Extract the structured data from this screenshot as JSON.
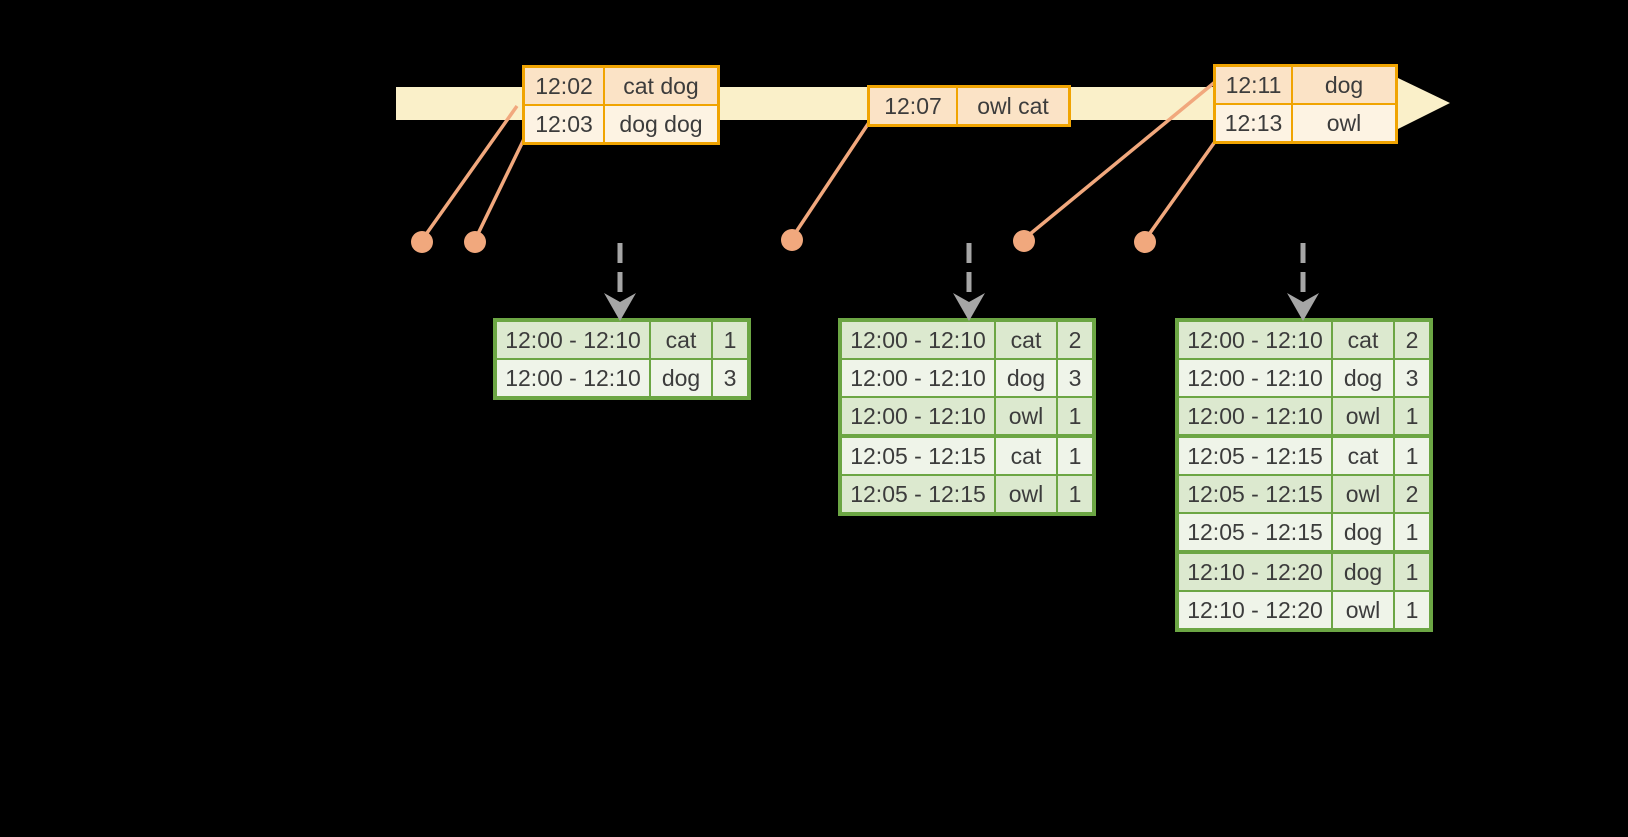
{
  "palette": {
    "background": "#000000",
    "timeline_fill": "#FAF0C9",
    "event_border": "#F0A402",
    "event_row_dark": "#FBE3C6",
    "event_row_light": "#FDF3E3",
    "connector": "#F1A87D",
    "result_border": "#6CA644",
    "result_row_dark": "#DCE9CF",
    "result_row_light": "#EFF4E9",
    "arrow_gray": "#A6A6A6",
    "text": "#3C3C3C"
  },
  "event_tables": [
    {
      "rows": [
        [
          "12:02",
          "cat dog"
        ],
        [
          "12:03",
          "dog dog"
        ]
      ]
    },
    {
      "rows": [
        [
          "12:07",
          "owl cat"
        ]
      ]
    },
    {
      "rows": [
        [
          "12:11",
          "dog"
        ],
        [
          "12:13",
          "owl"
        ]
      ]
    }
  ],
  "result_tables": [
    {
      "rows": [
        [
          "12:00 - 12:10",
          "cat",
          "1"
        ],
        [
          "12:00 - 12:10",
          "dog",
          "3"
        ]
      ]
    },
    {
      "rows": [
        [
          "12:00 - 12:10",
          "cat",
          "2"
        ],
        [
          "12:00 - 12:10",
          "dog",
          "3"
        ],
        [
          "12:00 - 12:10",
          "owl",
          "1"
        ],
        [
          "12:05 - 12:15",
          "cat",
          "1"
        ],
        [
          "12:05 - 12:15",
          "owl",
          "1"
        ]
      ]
    },
    {
      "rows": [
        [
          "12:00 - 12:10",
          "cat",
          "2"
        ],
        [
          "12:00 - 12:10",
          "dog",
          "3"
        ],
        [
          "12:00 - 12:10",
          "owl",
          "1"
        ],
        [
          "12:05 - 12:15",
          "cat",
          "1"
        ],
        [
          "12:05 - 12:15",
          "owl",
          "2"
        ],
        [
          "12:05 - 12:15",
          "dog",
          "1"
        ],
        [
          "12:10 - 12:20",
          "dog",
          "1"
        ],
        [
          "12:10 - 12:20",
          "owl",
          "1"
        ]
      ]
    }
  ]
}
